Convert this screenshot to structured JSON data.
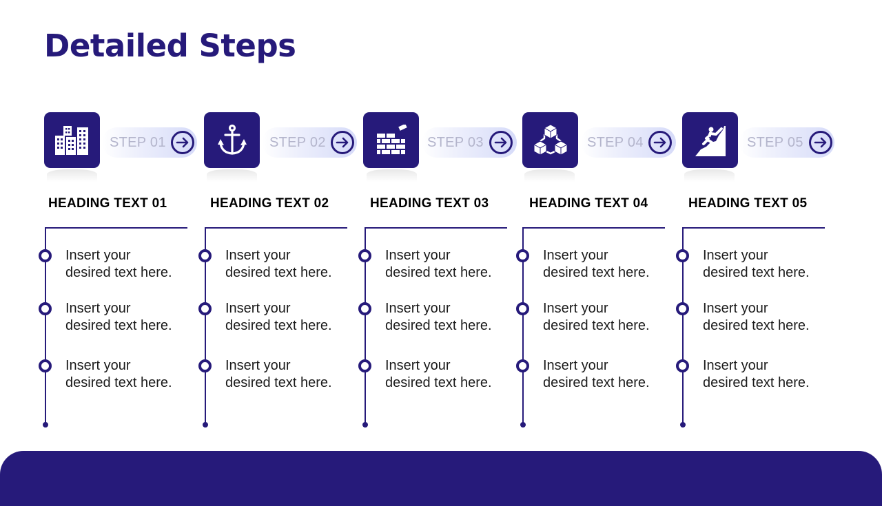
{
  "title": "Detailed Steps",
  "colors": {
    "accent": "#261a7a",
    "step_label": "#b4b5cc",
    "pill_end": "#d6dbf9"
  },
  "steps": [
    {
      "icon": "buildings-icon",
      "step_label": "STEP 01",
      "heading": "HEADING TEXT 01",
      "items": [
        {
          "line1": "Insert your",
          "line2": "desired text here."
        },
        {
          "line1": "Insert your",
          "line2": "desired text here."
        },
        {
          "line1": "Insert your",
          "line2": "desired text here."
        }
      ]
    },
    {
      "icon": "anchor-icon",
      "step_label": "STEP 02",
      "heading": "HEADING TEXT 02",
      "items": [
        {
          "line1": "Insert your",
          "line2": "desired text here."
        },
        {
          "line1": "Insert your",
          "line2": "desired text here."
        },
        {
          "line1": "Insert your",
          "line2": "desired text here."
        }
      ]
    },
    {
      "icon": "brick-wall-icon",
      "step_label": "STEP 03",
      "heading": "HEADING TEXT 03",
      "items": [
        {
          "line1": "Insert your",
          "line2": "desired text here."
        },
        {
          "line1": "Insert your",
          "line2": "desired text here."
        },
        {
          "line1": "Insert your",
          "line2": "desired text here."
        }
      ]
    },
    {
      "icon": "connected-cubes-icon",
      "step_label": "STEP 04",
      "heading": "HEADING TEXT 04",
      "items": [
        {
          "line1": "Insert your",
          "line2": "desired text here."
        },
        {
          "line1": "Insert your",
          "line2": "desired text here."
        },
        {
          "line1": "Insert your",
          "line2": "desired text here."
        }
      ]
    },
    {
      "icon": "climber-icon",
      "step_label": "STEP 05",
      "heading": "HEADING TEXT 05",
      "items": [
        {
          "line1": "Insert your",
          "line2": "desired text here."
        },
        {
          "line1": "Insert your",
          "line2": "desired text here."
        },
        {
          "line1": "Insert your",
          "line2": "desired text here."
        }
      ]
    }
  ]
}
